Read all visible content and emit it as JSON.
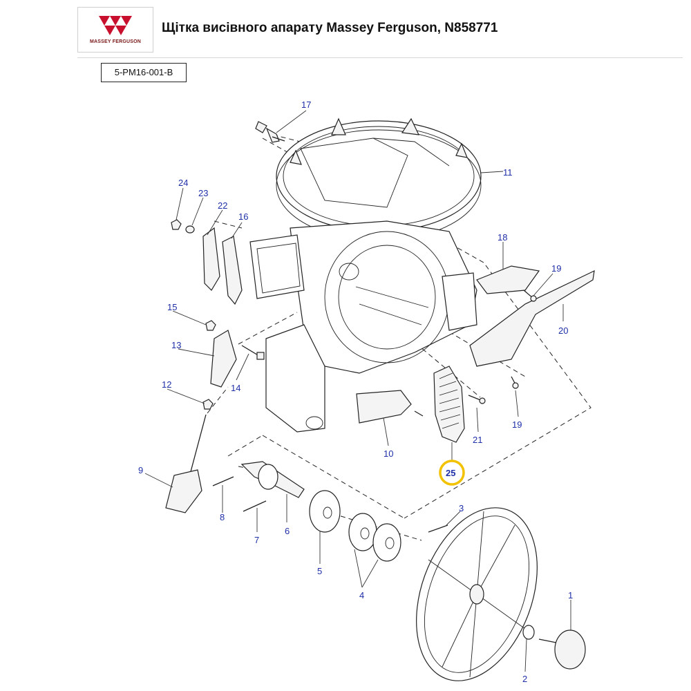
{
  "header": {
    "logo_text": "MASSEY FERGUSON",
    "title": "Щітка висівного апарату Massey Ferguson, N858771"
  },
  "reference_code": "5-PM16-001-B",
  "colors": {
    "callout": "#1f2fa8",
    "highlight_ring": "#f2c200",
    "logo_red": "#c8102e"
  },
  "callouts": {
    "c1": "1",
    "c2": "2",
    "c3": "3",
    "c4": "4",
    "c5": "5",
    "c6": "6",
    "c7": "7",
    "c8": "8",
    "c9": "9",
    "c10": "10",
    "c11": "11",
    "c12": "12",
    "c13": "13",
    "c14": "14",
    "c15": "15",
    "c16": "16",
    "c17": "17",
    "c18": "18",
    "c19a": "19",
    "c19b": "19",
    "c20": "20",
    "c21": "21",
    "c22": "22",
    "c23": "23",
    "c24": "24",
    "c25": "25"
  },
  "highlighted_part": "25"
}
